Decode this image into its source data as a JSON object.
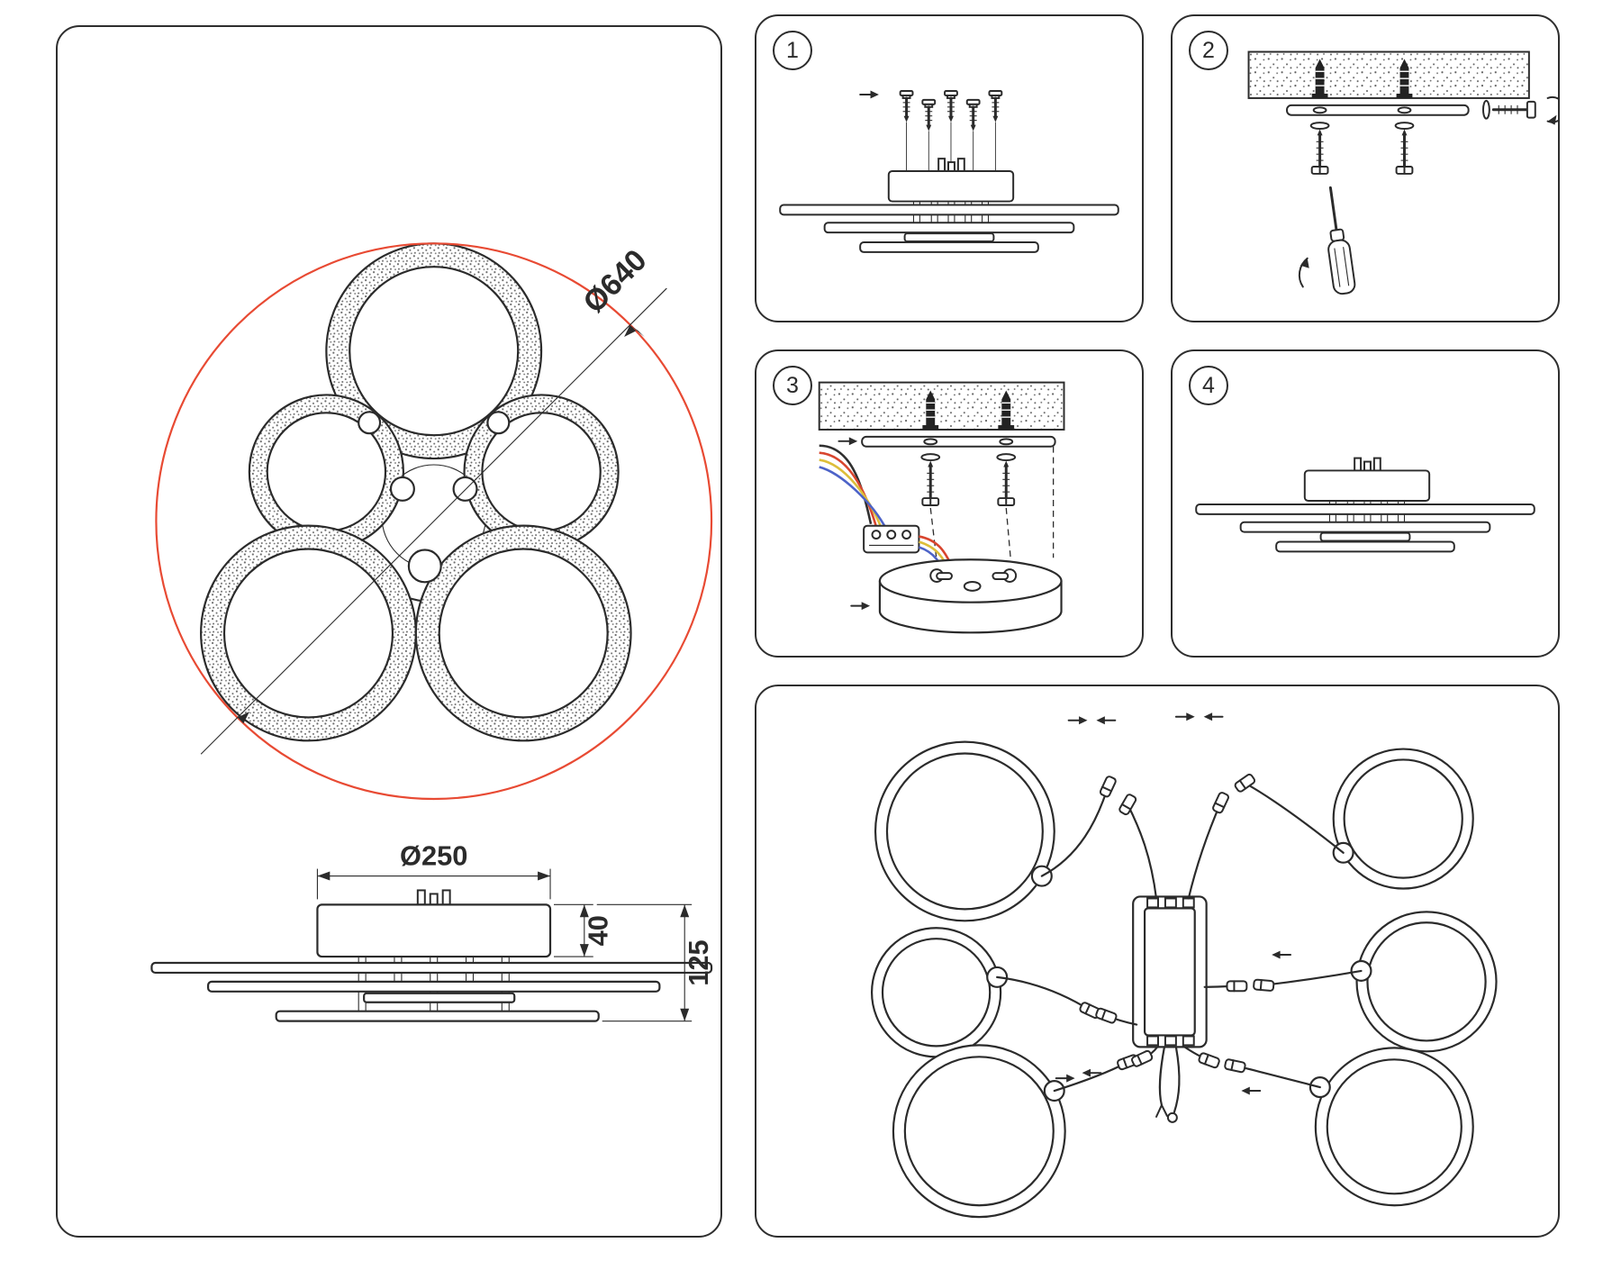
{
  "dimensions": {
    "overall_diameter": "Ø640",
    "canopy_diameter": "Ø250",
    "canopy_height": "40",
    "fixture_height": "125"
  },
  "steps": [
    {
      "number": "1"
    },
    {
      "number": "2"
    },
    {
      "number": "3"
    },
    {
      "number": "4"
    }
  ],
  "colors": {
    "outline": "#2b2b2b",
    "dimension_accent": "#e84a33",
    "wire_red": "#d8452e",
    "wire_yellow": "#ddbe3a",
    "wire_blue": "#4d63c8",
    "wire_dark": "#2f2f2f"
  }
}
